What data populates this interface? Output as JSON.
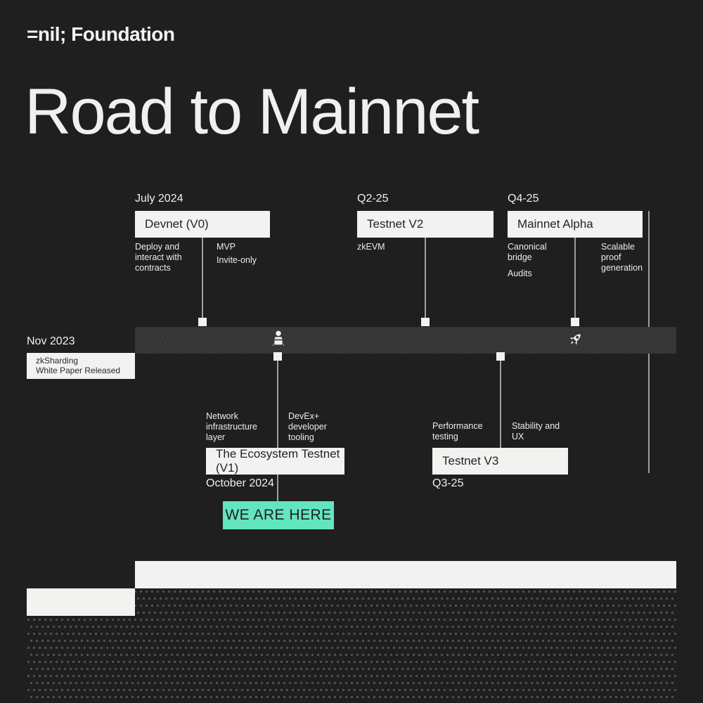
{
  "brand": {
    "logo": "=nil; Foundation"
  },
  "title": "Road to Mainnet",
  "colors": {
    "background": "#1f1f1f",
    "timeline_bar": "#373737",
    "box": "#f2f2f0",
    "accent_green": "#63e5c0",
    "connector_line": "#9e9e9e",
    "pattern_dot": "#4f4f4f"
  },
  "banner": {
    "we_are_here": "WE ARE HERE"
  },
  "milestones": {
    "whitepaper": {
      "date": "Nov 2023",
      "title_line1": "zkSharding",
      "title_line2": "White Paper Released"
    },
    "devnet": {
      "date": "July 2024",
      "title": "Devnet (V0)",
      "note_left": "Deploy and interact with contracts",
      "note_right1": "MVP",
      "note_right2": "Invite-only"
    },
    "testnet_v1": {
      "date": "October 2024",
      "title": "The Ecosystem Testnet (V1)",
      "note_left": "Network infrastructure layer",
      "note_right": "DevEx+ developer tooling"
    },
    "testnet_v2": {
      "date": "Q2-25",
      "title": "Testnet V2",
      "note_left": "zkEVM"
    },
    "testnet_v3": {
      "date": "Q3-25",
      "title": "Testnet V3",
      "note_left": "Performance testing",
      "note_right": "Stability and UX"
    },
    "mainnet_alpha": {
      "date": "Q4-25",
      "title": "Mainnet Alpha",
      "note_left1": "Canonical bridge",
      "note_left2": "Audits",
      "note_right": "Scalable proof generation"
    }
  },
  "icons": {
    "builder": "person-at-laptop-icon",
    "rocket": "rocket-icon"
  }
}
